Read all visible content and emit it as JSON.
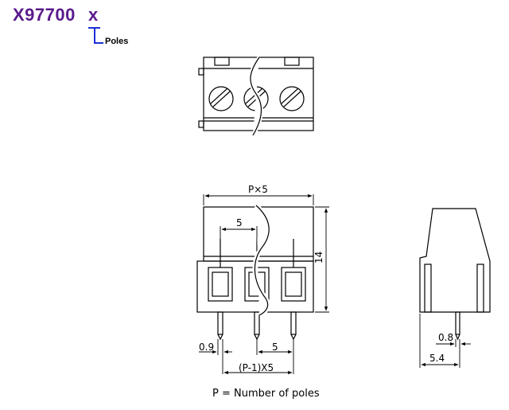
{
  "header": {
    "part_code": "X97700",
    "variable": "x",
    "variable_label": "Poles"
  },
  "front_view": {
    "overall_width": "P×5",
    "pitch_top": "5",
    "height": "14",
    "pin_diameter": "0.9",
    "pitch_bottom": "5",
    "pin_span": "(P-1)X5"
  },
  "side_view": {
    "pin_offset": "0.8",
    "depth": "5.4"
  },
  "legend": {
    "note": "P = Number of poles"
  },
  "colors": {
    "part_code": "#5a1b8c",
    "indicator": "#1a2fd6",
    "line": "#000000"
  }
}
